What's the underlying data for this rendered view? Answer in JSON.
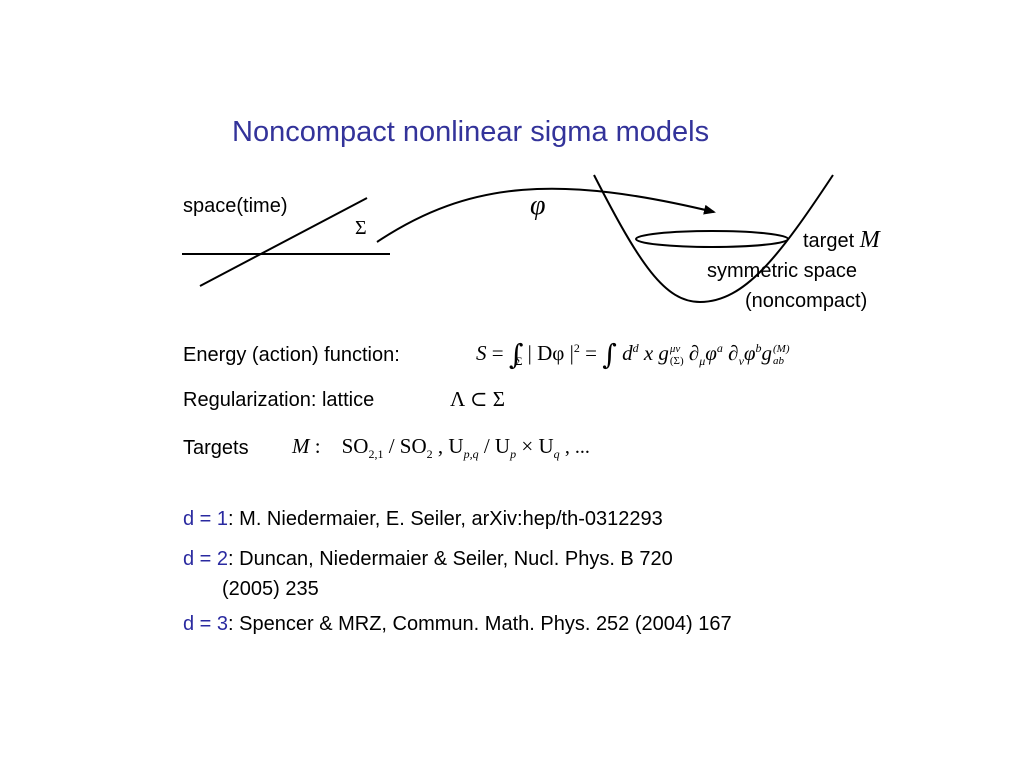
{
  "title": "Noncompact nonlinear sigma models",
  "diagram": {
    "space_label": "space(time)",
    "sigma_label": "Σ",
    "map_label": "φ",
    "target_label": "target",
    "target_symbol": "M",
    "target_desc1": "symmetric space",
    "target_desc2": "(noncompact)"
  },
  "energy": {
    "label": "Energy (action) function:",
    "S": "S",
    "eq": "=",
    "Dphi": "| Dφ |",
    "sq": "2",
    "sigma_sub": "Σ",
    "d": "d",
    "dsup": "d",
    "x": "x",
    "g": "g",
    "mu_nu": "μν",
    "g_sub": "(Σ)",
    "partial": "∂",
    "mu": "μ",
    "phi": "φ",
    "a": "a",
    "nu": "ν",
    "b": "b",
    "M_sup": "(M)",
    "ab": "ab"
  },
  "regularization": {
    "label": "Regularization:  lattice",
    "expr": "Λ ⊂ Σ"
  },
  "targets": {
    "label": "Targets",
    "M": "M",
    "colon": ":",
    "so21": "SO",
    "so21_sub": "2,1",
    "slash1": "/",
    "so2": "SO",
    "so2_sub": "2",
    "comma1": ",",
    "u1": "U",
    "u1_sub": "p,q",
    "slash2": "/",
    "u2": "U",
    "u2_sub": "p",
    "times": "×",
    "u3": "U",
    "u3_sub": "q",
    "ellipsis": ", ..."
  },
  "refs": [
    {
      "key": "d = 1",
      "text": ":  M. Niedermaier, E. Seiler, arXiv:hep/th-0312293"
    },
    {
      "key": "d = 2",
      "text": ":  Duncan, Niedermaier & Seiler, Nucl. Phys. B 720",
      "cont": "(2005) 235"
    },
    {
      "key": "d = 3",
      "text": ":  Spencer & MRZ, Commun. Math. Phys. 252 (2004) 167"
    }
  ]
}
